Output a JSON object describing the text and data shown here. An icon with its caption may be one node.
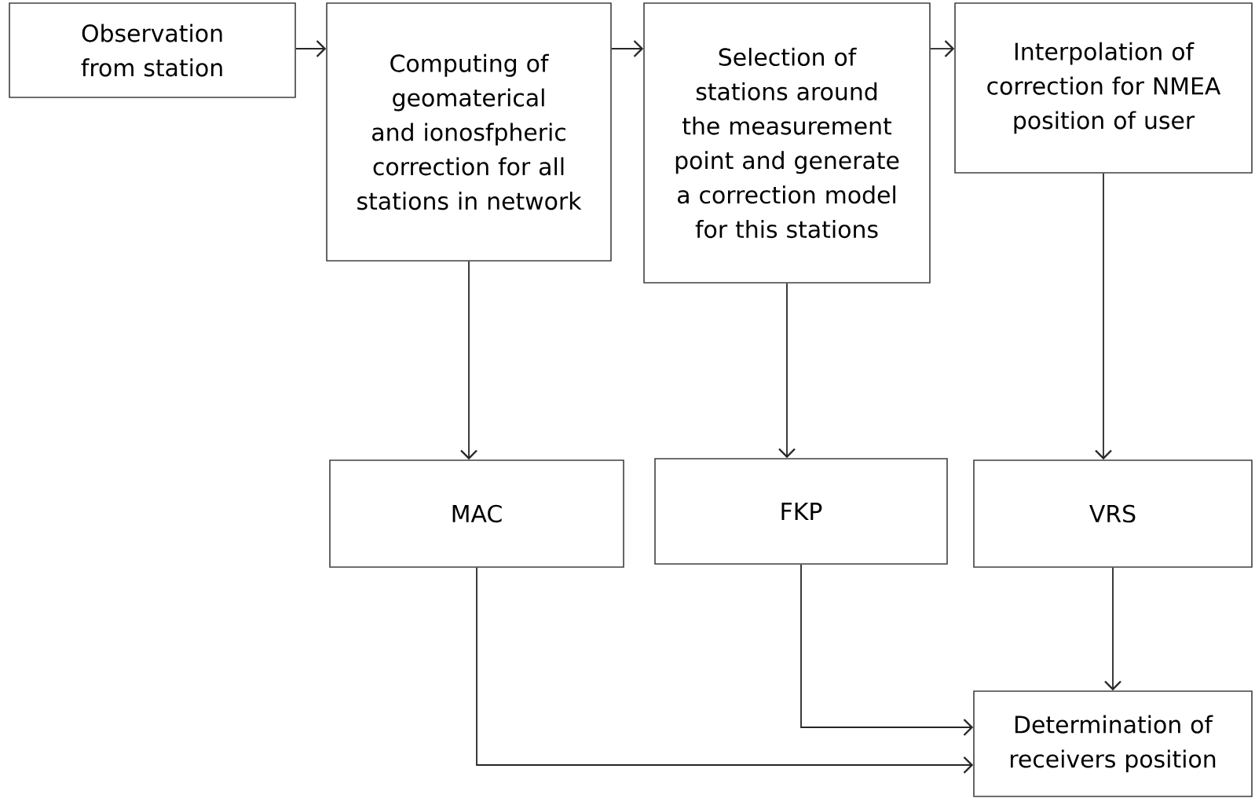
{
  "diagram": {
    "nodes": [
      {
        "text": [
          "Observation from station"
        ]
      },
      {
        "text": [
          "Computing of geomaterical and ionosfpheric correction for all stations in network"
        ]
      },
      {
        "text": [
          "Selection of stations around the measurement point and generate a correction model for this stations"
        ]
      },
      {
        "text": [
          "Interpolation of correction for NMEA position of user"
        ]
      },
      {
        "text": [
          "MAC"
        ]
      },
      {
        "text": [
          "FKP"
        ]
      },
      {
        "text": [
          "VRS"
        ]
      },
      {
        "text": [
          "Determination of receivers position"
        ]
      }
    ],
    "edges": [
      {
        "from": 0,
        "to": 1,
        "arrow": "to"
      },
      {
        "from": 1,
        "to": 2,
        "arrow": "to"
      },
      {
        "from": 2,
        "to": 3,
        "arrow": "to"
      },
      {
        "from": 1,
        "to": 4,
        "arrow": "to"
      },
      {
        "from": 2,
        "to": 5,
        "arrow": "to"
      },
      {
        "from": 3,
        "to": 6,
        "arrow": "to"
      },
      {
        "from": 6,
        "to": 7,
        "arrow": "to"
      },
      {
        "from": 5,
        "to": 7,
        "arrow": "to"
      },
      {
        "from": 4,
        "to": 7,
        "arrow": "to"
      }
    ]
  }
}
